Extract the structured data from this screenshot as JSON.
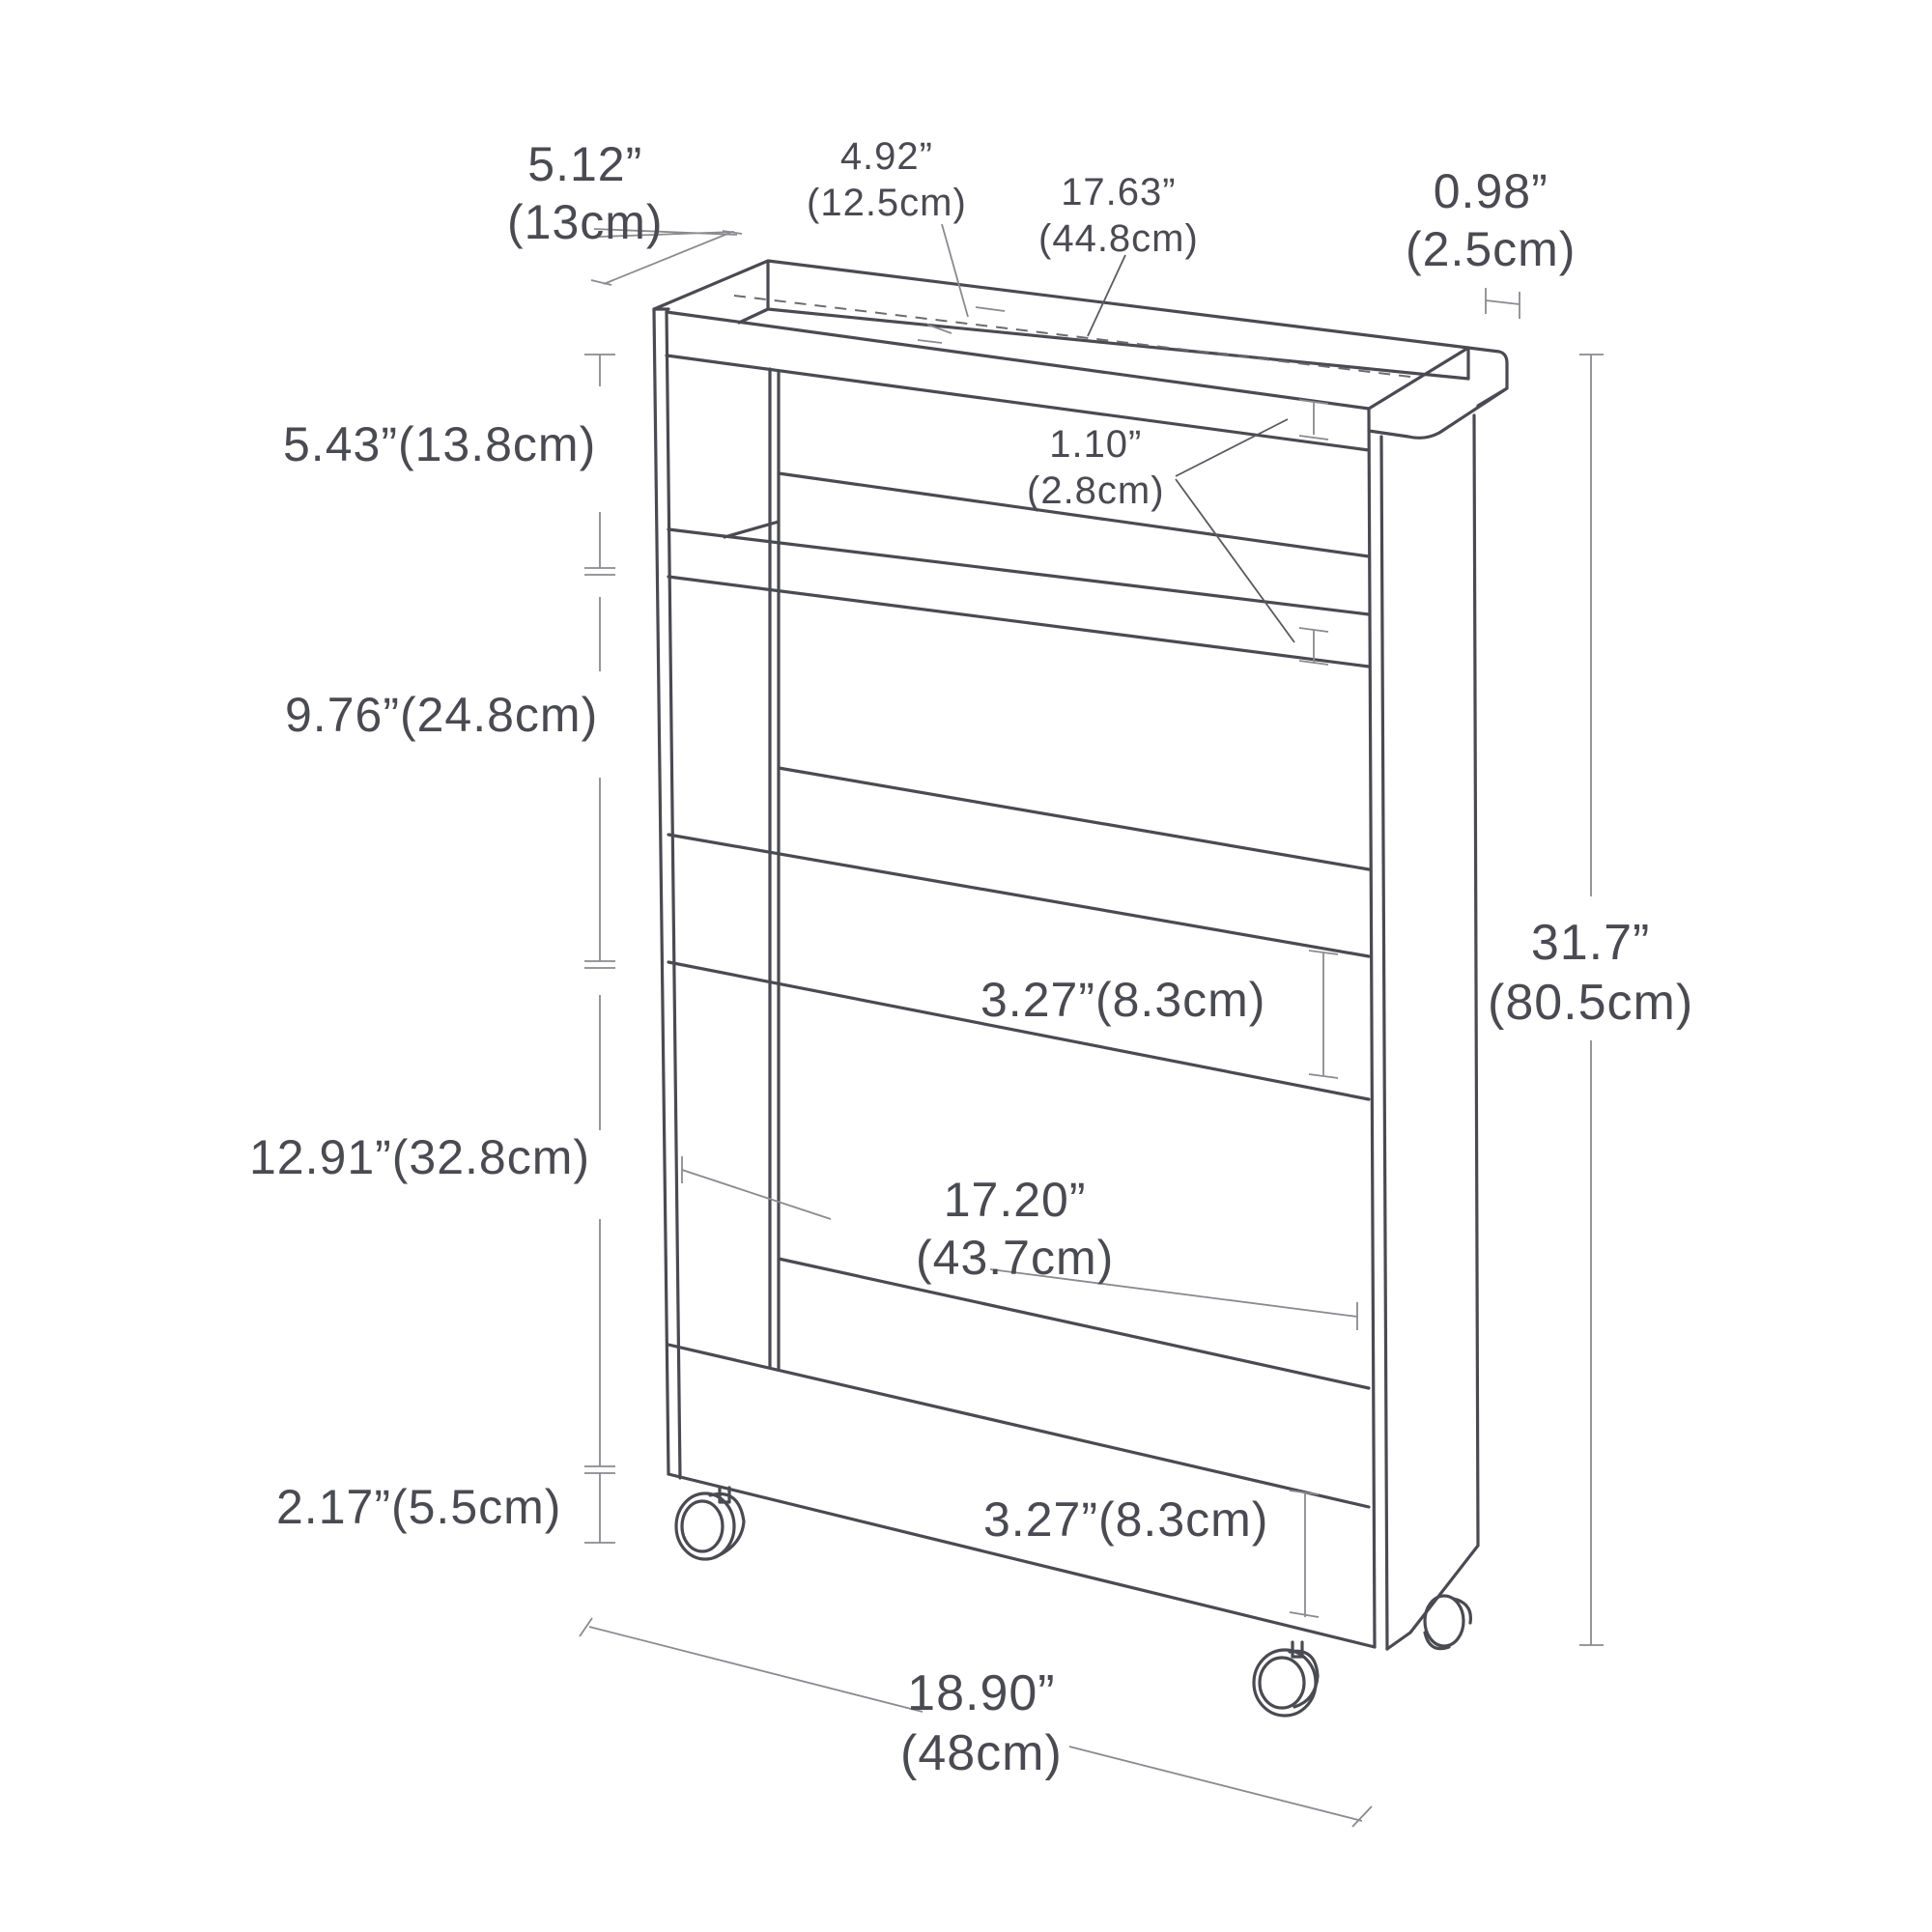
{
  "diagram": {
    "subject": "slim rolling storage cart with 3 tiers and side handle",
    "colors": {
      "line": "#4a4a52",
      "dimension_line": "#8a8a90",
      "background": "#ffffff"
    },
    "labels": {
      "depth_outer": {
        "in": "5.12”",
        "cm": "(13cm)"
      },
      "depth_inner": {
        "in": "4.92”",
        "cm": "(12.5cm)"
      },
      "width_inner_top": {
        "in": "17.63”",
        "cm": "(44.8cm)"
      },
      "handle_width": {
        "in": "0.98”",
        "cm": "(2.5cm)"
      },
      "top_tier_height": {
        "text": "5.43”(13.8cm)"
      },
      "rail_height": {
        "in": "1.10”",
        "cm": "(2.8cm)"
      },
      "middle_tier_height": {
        "text": "9.76”(24.8cm)"
      },
      "total_height": {
        "in": "31.7”",
        "cm": "(80.5cm)"
      },
      "middle_panel_height": {
        "text": "3.27”(8.3cm)"
      },
      "bottom_tier_height": {
        "text": "12.91”(32.8cm)"
      },
      "inner_width": {
        "in": "17.20”",
        "cm": "(43.7cm)"
      },
      "caster_height": {
        "text": "2.17”(5.5cm)"
      },
      "bottom_panel_height": {
        "text": "3.27”(8.3cm)"
      },
      "total_width": {
        "in": "18.90”",
        "cm": "(48cm)"
      }
    }
  }
}
